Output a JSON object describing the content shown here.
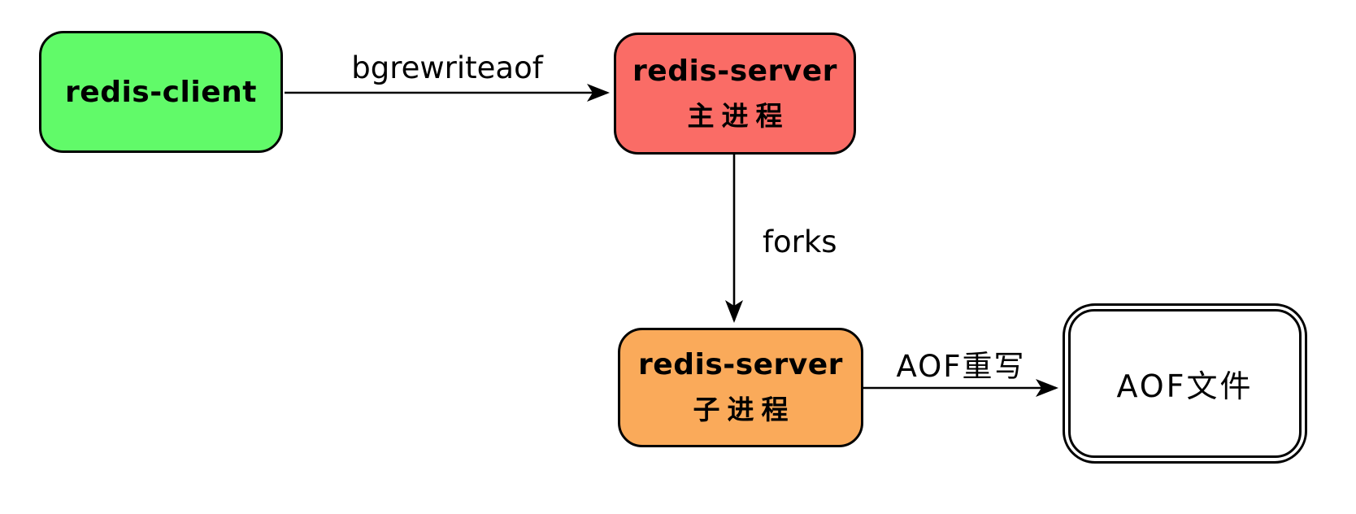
{
  "nodes": {
    "redis_client": {
      "label": "redis-client",
      "fill": "#61fa69"
    },
    "redis_server_main": {
      "label": "redis-server",
      "sublabel": "主进程",
      "fill": "#fa6c66"
    },
    "redis_server_child": {
      "label": "redis-server",
      "sublabel": "子进程",
      "fill": "#faaa5a"
    },
    "aof_file": {
      "label": "AOF文件",
      "fill": "#ffffff"
    }
  },
  "edges": {
    "bgrewriteaof": {
      "label": "bgrewriteaof",
      "from": "redis_client",
      "to": "redis_server_main"
    },
    "forks": {
      "label": "forks",
      "from": "redis_server_main",
      "to": "redis_server_child"
    },
    "aof_rewrite": {
      "label": "AOF重写",
      "from": "redis_server_child",
      "to": "aof_file"
    }
  },
  "colors": {
    "stroke": "#000000",
    "background": "#ffffff"
  }
}
